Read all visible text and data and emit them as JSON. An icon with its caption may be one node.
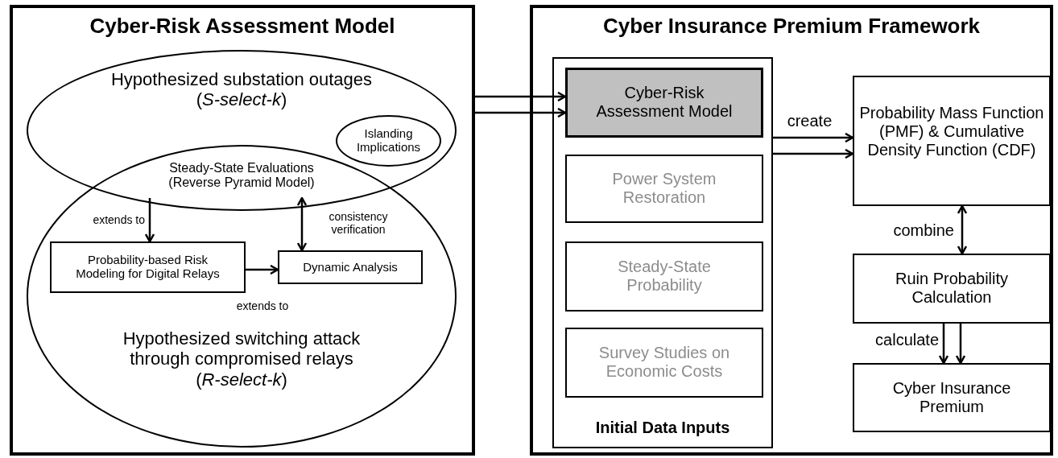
{
  "diagram": {
    "nodes": [
      {
        "text": [
          "Cyber-Risk Assessment Model"
        ]
      },
      {
        "text": [
          "Hypothesized substation outages (*S-select-k*)"
        ],
        "in": 0
      },
      {
        "text": [
          "Islanding Implications"
        ],
        "in": 1
      },
      {
        "text": [
          "Hypothesized switching attack through compromised relays (*R-select-k*)"
        ],
        "in": 0
      },
      {
        "text": [
          "Steady-State Evaluations (Reverse Pyramid Model)"
        ]
      },
      {
        "text": [
          "Probability-based Risk Modeling for Digital Relays"
        ],
        "in": 3
      },
      {
        "text": [
          "Dynamic Analysis"
        ],
        "in": 3
      },
      {
        "text": [
          "Cyber Insurance Premium Framework"
        ]
      },
      {
        "text": [
          "Initial Data Inputs"
        ],
        "in": 7
      },
      {
        "text": [
          "Cyber-Risk Assessment Model"
        ],
        "in": 8
      },
      {
        "text": [
          "Power System Restoration"
        ],
        "in": 8
      },
      {
        "text": [
          "Steady-State Probability"
        ],
        "in": 8
      },
      {
        "text": [
          "Survey Studies on Economic Costs"
        ],
        "in": 8
      },
      {
        "text": [
          "Probability Mass Function (PMF) & Cumulative Density Function (CDF)"
        ],
        "in": 7
      },
      {
        "text": [
          "Ruin Probability Calculation"
        ],
        "in": 7
      },
      {
        "text": [
          "Cyber Insurance Premium"
        ],
        "in": 7
      }
    ],
    "edges": [
      {
        "from": 4,
        "to": 5,
        "arrow": "to",
        "label": "extends to"
      },
      {
        "from": 4,
        "to": 6,
        "arrow": "both",
        "label": "consistency verification"
      },
      {
        "from": 5,
        "to": 6,
        "arrow": "to"
      },
      {
        "from": 0,
        "to": 9,
        "arrow": "to"
      },
      {
        "from": 0,
        "to": 9,
        "arrow": "to"
      },
      {
        "from": 8,
        "to": 13,
        "arrow": "to",
        "label": "create"
      },
      {
        "from": 8,
        "to": 13,
        "arrow": "to"
      },
      {
        "from": 13,
        "to": 14,
        "arrow": "both",
        "label": "combine"
      },
      {
        "from": 14,
        "to": 15,
        "arrow": "to",
        "label": "calculate"
      },
      {
        "from": 14,
        "to": 15,
        "arrow": "to"
      }
    ],
    "labels": [
      "extends to"
    ]
  }
}
